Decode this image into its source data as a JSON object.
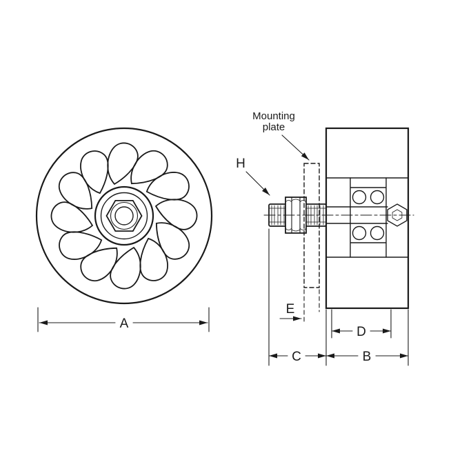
{
  "colors": {
    "line": "#1a1a1a",
    "background": "#ffffff"
  },
  "callouts": {
    "mounting_plate_line1": "Mounting",
    "mounting_plate_line2": "plate",
    "stud_label": "H"
  },
  "dimensions": {
    "wheel_diameter": "A",
    "body_width": "B",
    "stud_length": "C",
    "hub_width": "D",
    "plate_thickness": "E"
  }
}
